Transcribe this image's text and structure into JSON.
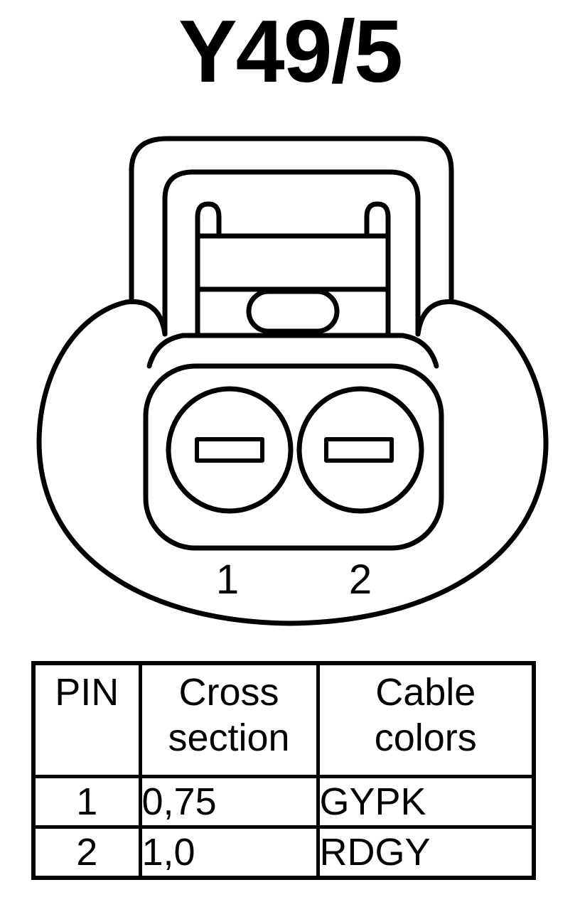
{
  "title": "Y49/5",
  "connector": {
    "pins": [
      {
        "label": "1"
      },
      {
        "label": "2"
      }
    ]
  },
  "table": {
    "headers": [
      {
        "lines": [
          "PIN"
        ]
      },
      {
        "lines": [
          "Cross",
          "section"
        ]
      },
      {
        "lines": [
          "Cable",
          "colors"
        ]
      }
    ],
    "rows": [
      {
        "pin": "1",
        "cross_section": "0,75",
        "cable_colors": "GYPK"
      },
      {
        "pin": "2",
        "cross_section": "1,0",
        "cable_colors": "RDGY"
      }
    ]
  }
}
